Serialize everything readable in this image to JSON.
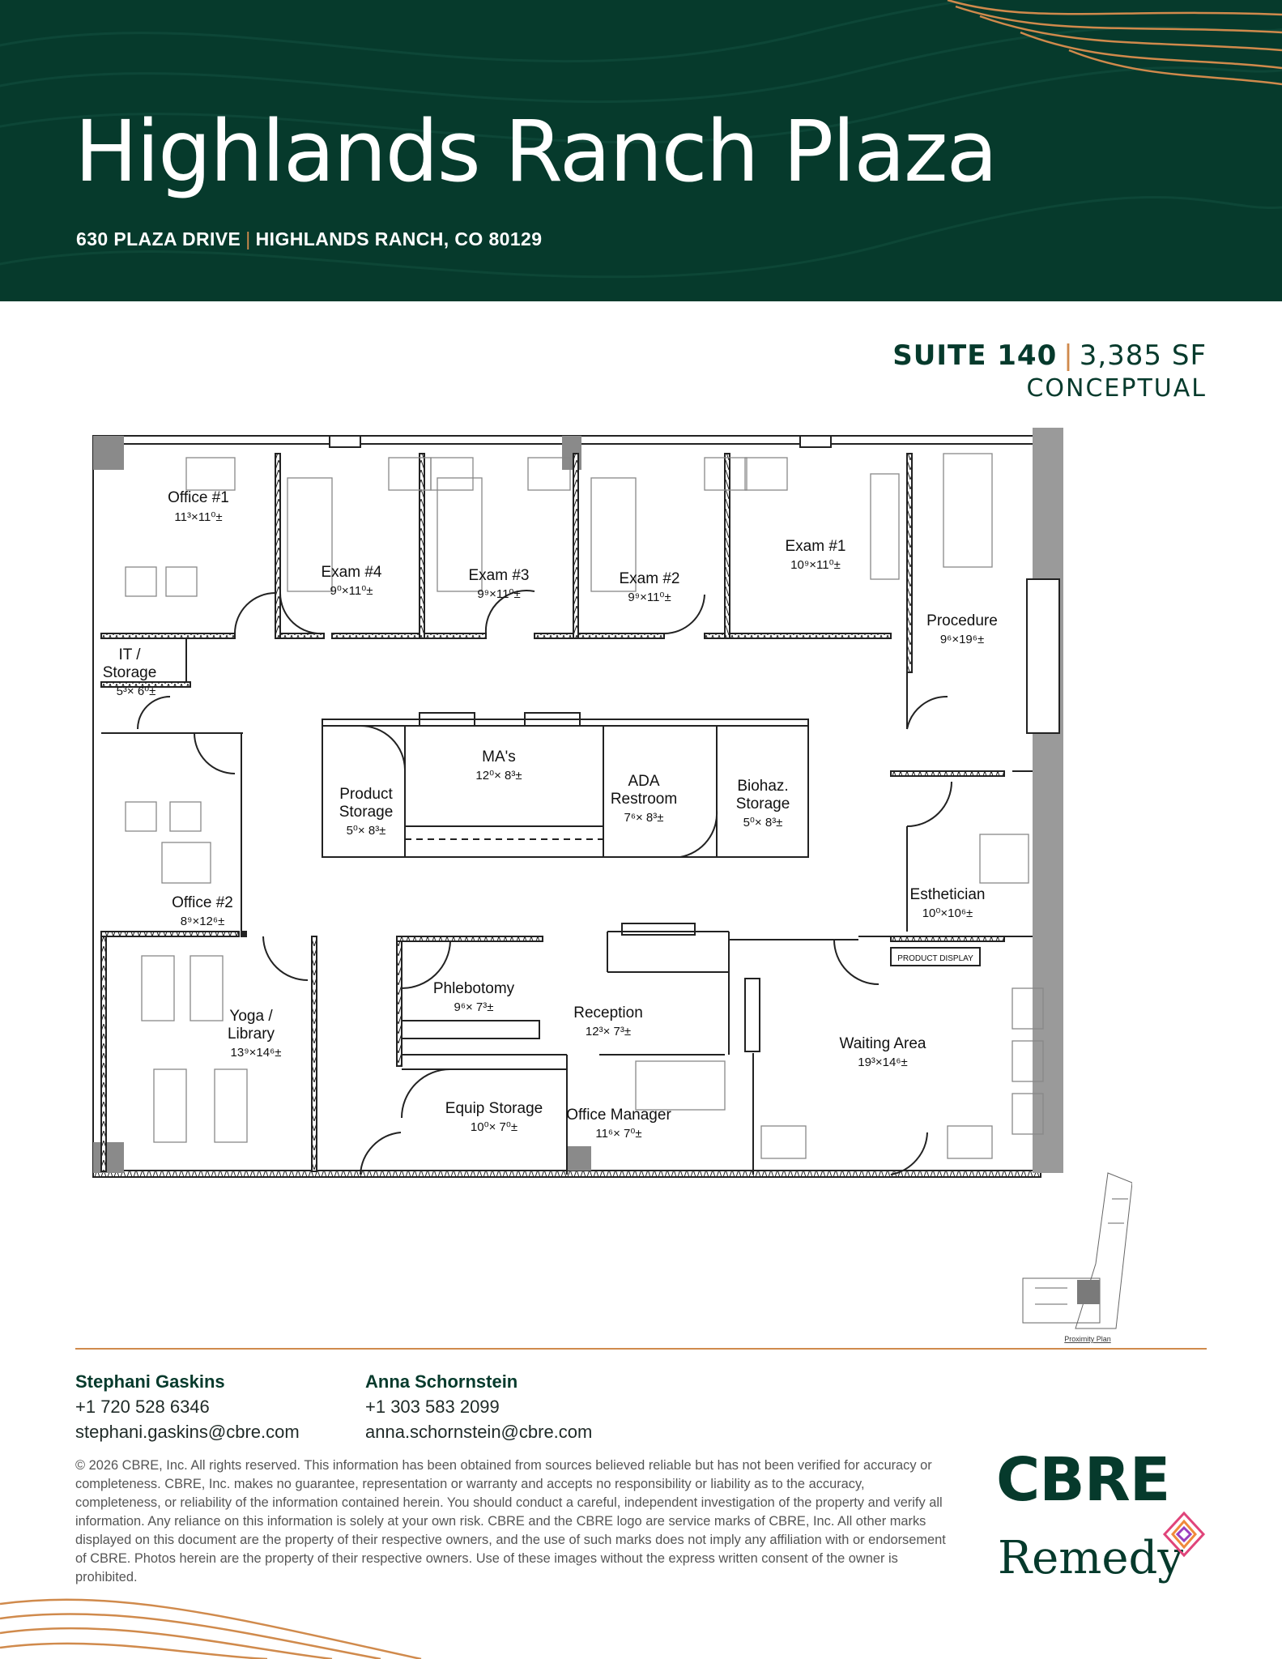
{
  "header": {
    "title": "Highlands Ranch Plaza",
    "address_street": "630 PLAZA DRIVE",
    "address_separator": "|",
    "address_city": "HIGHLANDS RANCH, CO 80129"
  },
  "suite": {
    "label": "SUITE 140",
    "separator": "|",
    "area": "3,385 SF",
    "status": "CONCEPTUAL"
  },
  "floor_plan": {
    "rooms": [
      {
        "name": "Office #1",
        "dims": "11³×11⁰±"
      },
      {
        "name": "Exam #4",
        "dims": "9⁰×11⁰±"
      },
      {
        "name": "Exam #3",
        "dims": "9⁹×11⁰±"
      },
      {
        "name": "Exam #2",
        "dims": "9⁹×11⁰±"
      },
      {
        "name": "Exam #1",
        "dims": "10⁹×11⁰±"
      },
      {
        "name": "Procedure",
        "dims": "9⁶×19⁶±"
      },
      {
        "name": "IT /",
        "name2": "Storage",
        "dims": "5³× 6⁰±"
      },
      {
        "name": "MA's",
        "dims": "12⁰× 8³±"
      },
      {
        "name": "Product",
        "name2": "Storage",
        "dims": "5⁰× 8³±"
      },
      {
        "name": "ADA",
        "name2": "Restroom",
        "dims": "7⁶× 8³±"
      },
      {
        "name": "Biohaz.",
        "name2": "Storage",
        "dims": "5⁰× 8³±"
      },
      {
        "name": "Esthetician",
        "dims": "10⁰×10⁶±"
      },
      {
        "name": "Office #2",
        "dims": "8⁹×12⁶±"
      },
      {
        "name": "Phlebotomy",
        "dims": "9⁶× 7³±"
      },
      {
        "name": "Reception",
        "dims": "12³× 7³±"
      },
      {
        "name": "Yoga /",
        "name2": "Library",
        "dims": "13⁹×14⁶±"
      },
      {
        "name": "Waiting Area",
        "dims": "19³×14⁶±"
      },
      {
        "name": "Equip Storage",
        "dims": "10⁰× 7⁰±"
      },
      {
        "name": "Office Manager",
        "dims": "11⁶× 7⁰±"
      }
    ],
    "product_display_label": "PRODUCT DISPLAY",
    "proximity_plan_label": "Proximity Plan"
  },
  "contacts": [
    {
      "name": "Stephani Gaskins",
      "phone": "+1 720 528 6346",
      "email": "stephani.gaskins@cbre.com"
    },
    {
      "name": "Anna Schornstein",
      "phone": "+1 303 583 2099",
      "email": "anna.schornstein@cbre.com"
    }
  ],
  "disclaimer": "© 2026 CBRE, Inc. All rights reserved. This information has been obtained from sources believed reliable but has not been verified for accuracy or completeness. CBRE, Inc. makes no guarantee, representation or warranty and accepts no responsibility or liability as to the accuracy, completeness, or reliability of the information contained herein. You should conduct a careful, independent investigation of the property and verify all information. Any reliance on this information is solely at your own risk. CBRE and the CBRE logo are service marks of CBRE, Inc. All other marks displayed on this document are the property of their respective owners, and the use of such marks does not imply any affiliation with or endorsement of CBRE. Photos herein are the property of their respective owners. Use of these images without the express written consent of the owner is prohibited.",
  "logos": {
    "cbre": "CBRE",
    "remedy": "Remedy",
    "remedy_mark_icon": "diamond-flower-icon"
  },
  "colors": {
    "brand_green": "#063a2c",
    "accent_copper": "#d08a4c"
  }
}
